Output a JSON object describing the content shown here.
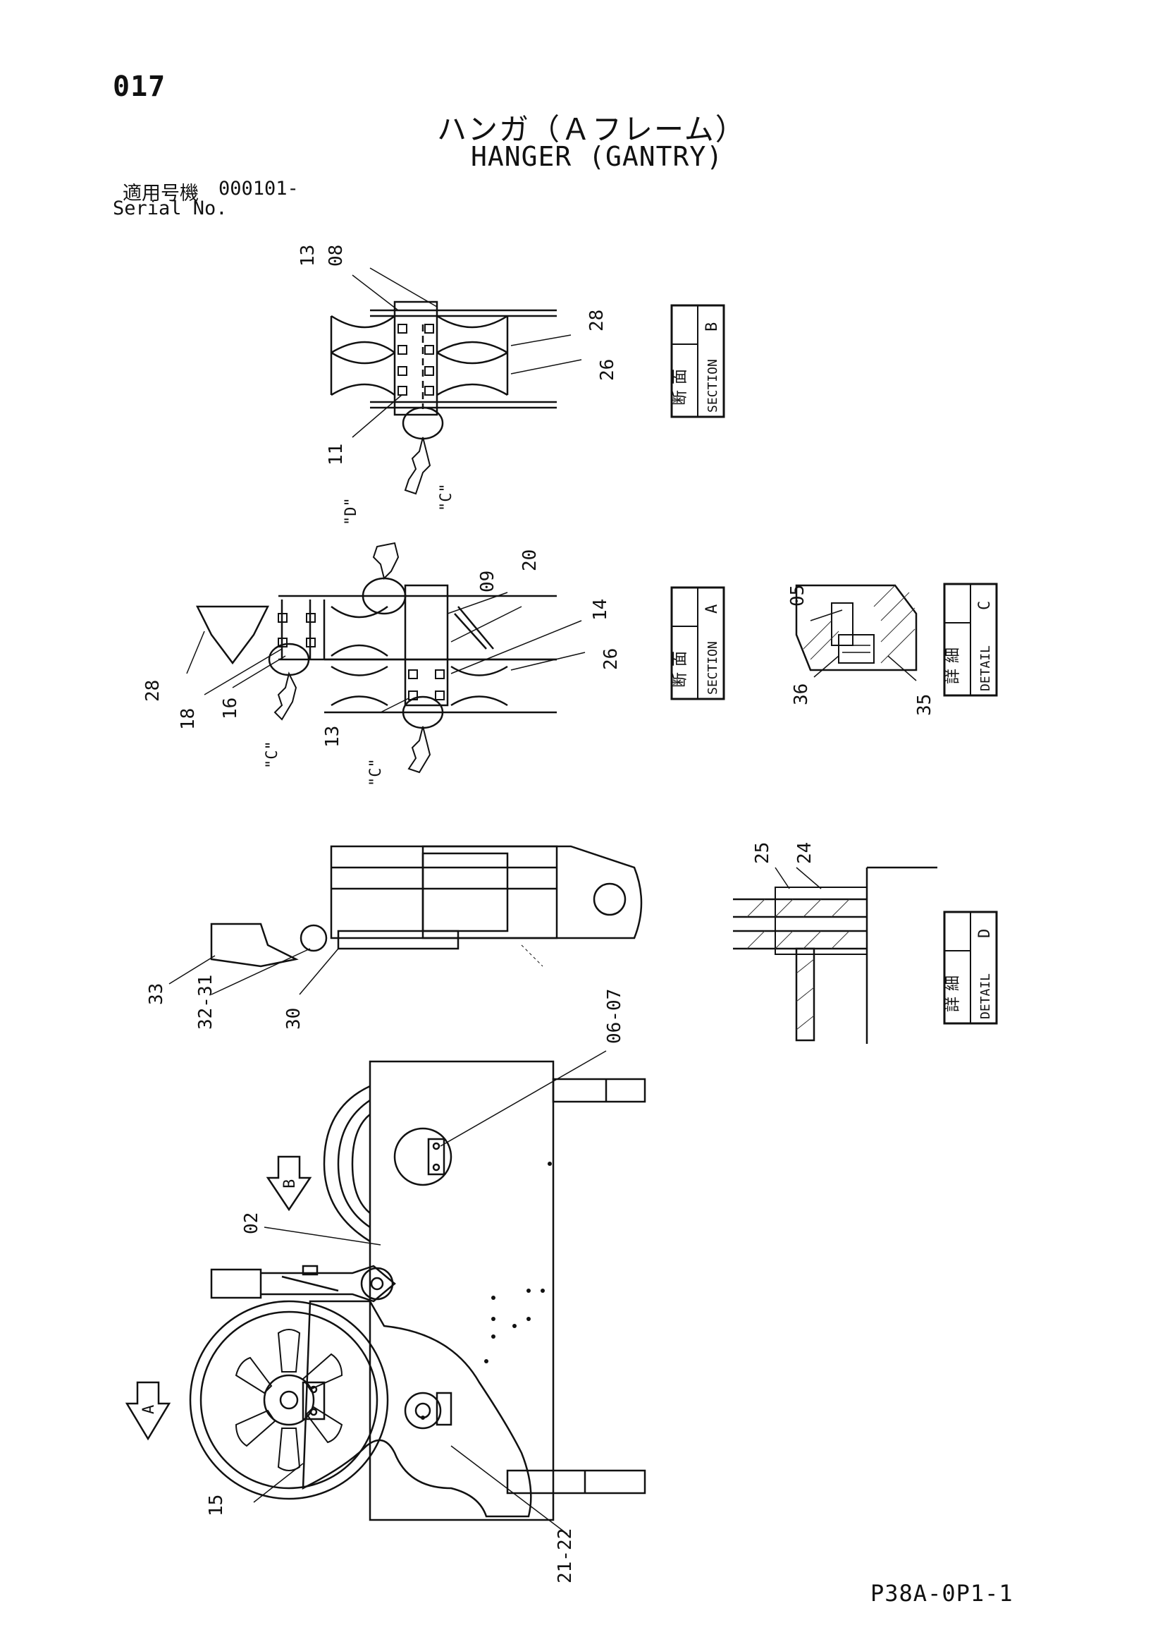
{
  "header": {
    "page_number": "017",
    "title_ja": "ハンガ（Ａフレーム）",
    "title_en": "HANGER (GANTRY)",
    "serial_label_ja": "適用号機",
    "serial_number": "000101-",
    "serial_label_en": "Serial No."
  },
  "footer": {
    "code": "P38A-0P1-1"
  },
  "view_boxes": {
    "section_b": {
      "kanji_1": "断",
      "kanji_2": "面",
      "label": "SECTION",
      "letter": "B"
    },
    "section_a": {
      "kanji_1": "断",
      "kanji_2": "面",
      "label": "SECTION",
      "letter": "A"
    },
    "detail_c": {
      "kanji_1": "詳",
      "kanji_2": "細",
      "label": "DETAIL",
      "letter": "C"
    },
    "detail_d": {
      "kanji_1": "詳",
      "kanji_2": "細",
      "label": "DETAIL",
      "letter": "D"
    }
  },
  "view_marks": {
    "arrow_b": "B",
    "arrow_a": "A",
    "ref_c": "\"C\"",
    "ref_d": "\"D\""
  },
  "part_labels": {
    "p13a": "13",
    "p08": "08",
    "p28a": "28",
    "p26a": "26",
    "p11": "11",
    "p09": "09",
    "p20": "20",
    "p14": "14",
    "p26b": "26",
    "p28b": "28",
    "p18": "18",
    "p16": "16",
    "p13b": "13",
    "p05": "05",
    "p36": "36",
    "p35": "35",
    "p25": "25",
    "p24": "24",
    "p33": "33",
    "p32_31": "32-31",
    "p30": "30",
    "p06_07": "06-07",
    "p02": "02",
    "p15": "15",
    "p21_22": "21-22"
  }
}
